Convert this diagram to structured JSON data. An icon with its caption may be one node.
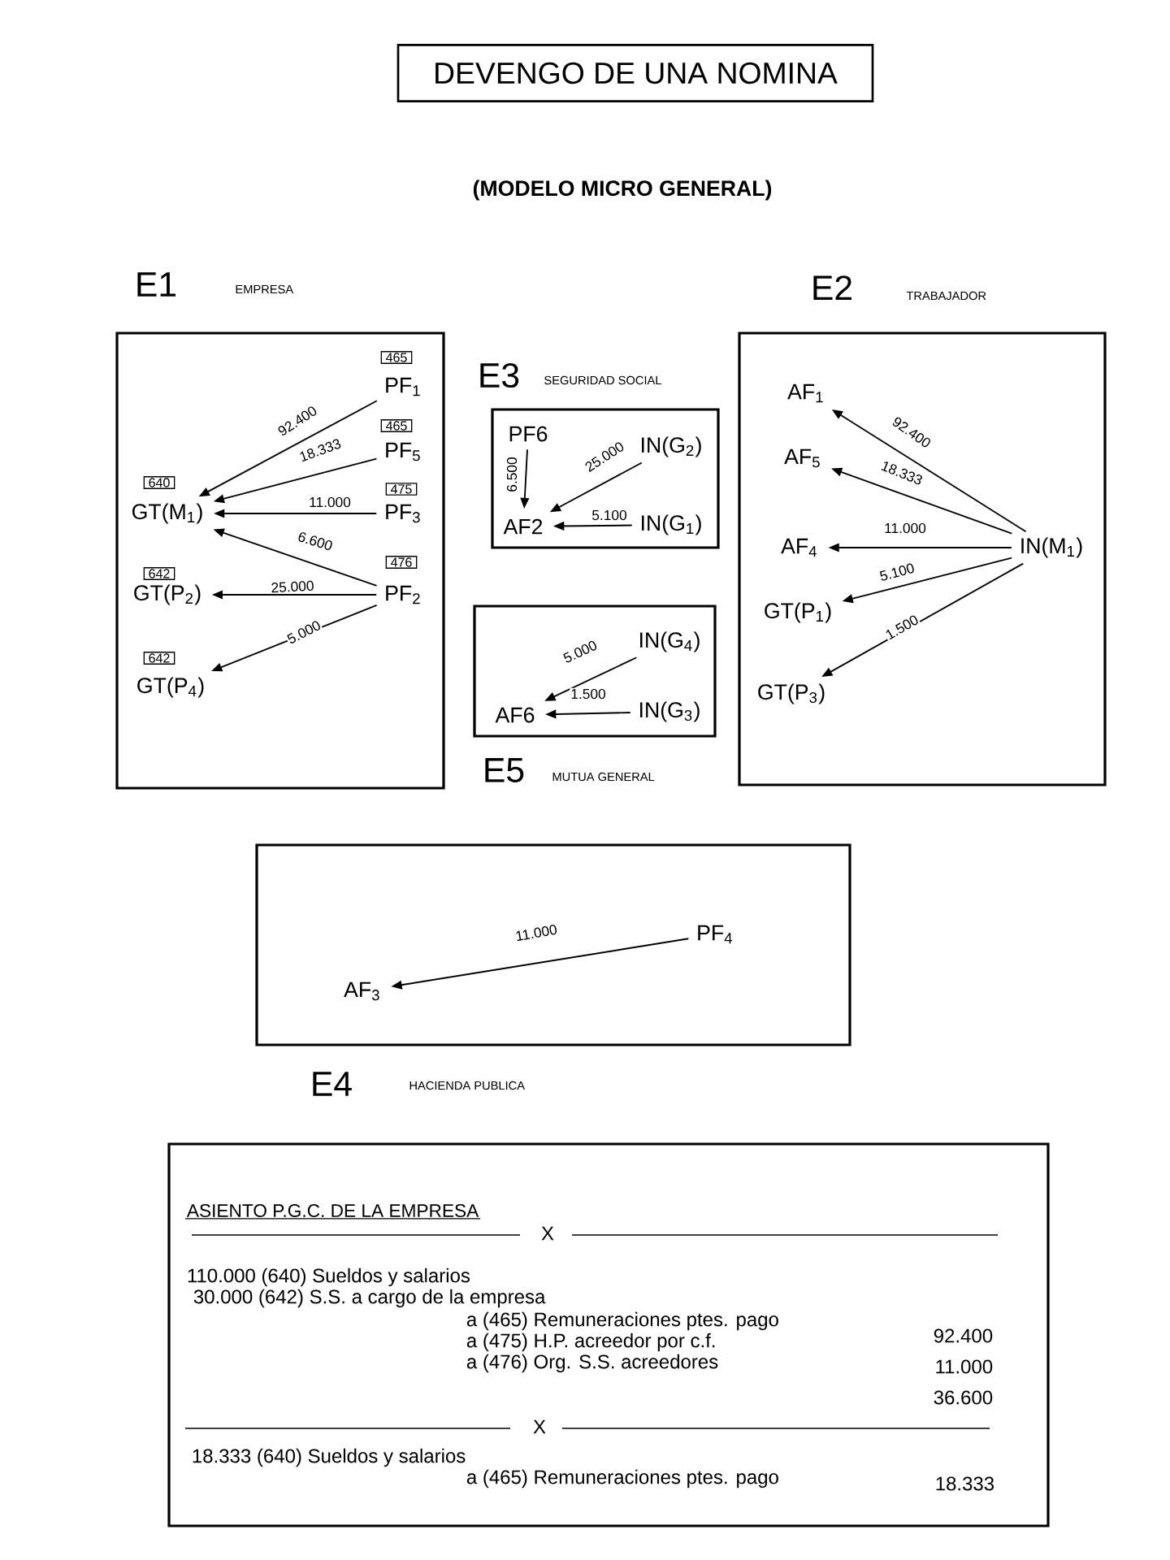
{
  "diagram": {
    "title": "DEVENGO DE UNA NOMINA",
    "nodes": [
      {
        "text": [
          "E1",
          "EMPRESA"
        ]
      },
      {
        "text": [
          "465"
        ],
        "in": 0
      },
      {
        "text": [
          "PF$_{1}$"
        ],
        "in": 0
      },
      {
        "text": [
          "465"
        ],
        "in": 0
      },
      {
        "text": [
          "PF$_{5}$"
        ],
        "in": 0
      },
      {
        "text": [
          "640"
        ],
        "in": 0
      },
      {
        "text": [
          "GT(M$_{1}$)"
        ],
        "in": 0
      },
      {
        "text": [
          "475"
        ],
        "in": 0
      },
      {
        "text": [
          "PF$_{3}$"
        ],
        "in": 0
      },
      {
        "text": [
          "642"
        ],
        "in": 0
      },
      {
        "text": [
          "GT(P$_{2}$)"
        ],
        "in": 0
      },
      {
        "text": [
          "476"
        ],
        "in": 0
      },
      {
        "text": [
          "PF$_{2}$"
        ],
        "in": 0
      },
      {
        "text": [
          "642"
        ],
        "in": 0
      },
      {
        "text": [
          "GT(P$_{4}$)"
        ],
        "in": 0
      },
      {
        "text": [
          "E3",
          "SEGURIDAD SOCIAL"
        ]
      },
      {
        "text": [
          "PF6"
        ],
        "in": 15
      },
      {
        "text": [
          "IN(G$_{2}$)"
        ],
        "in": 15
      },
      {
        "text": [
          "AF2"
        ],
        "in": 15
      },
      {
        "text": [
          "IN(G$_{1}$)"
        ],
        "in": 15
      },
      {
        "text": [
          "E2",
          "TRABAJADOR"
        ]
      },
      {
        "text": [
          "AF$_{1}$"
        ],
        "in": 20
      },
      {
        "text": [
          "AF$_{5}$"
        ],
        "in": 20
      },
      {
        "text": [
          "AF$_{4}$"
        ],
        "in": 20
      },
      {
        "text": [
          "IN(M$_{1}$)"
        ],
        "in": 20
      },
      {
        "text": [
          "GT(P$_{1}$)"
        ],
        "in": 20
      },
      {
        "text": [
          "GT(P$_{3}$)"
        ],
        "in": 20
      },
      {
        "text": [
          "E5",
          "MUTUA GENERAL"
        ]
      },
      {
        "text": [
          "IN(G$_{4}$)"
        ],
        "in": 27
      },
      {
        "text": [
          "AF6"
        ],
        "in": 27
      },
      {
        "text": [
          "IN(G$_{3}$)"
        ],
        "in": 27
      },
      {
        "text": [
          "E4",
          "HACIENDA PUBLICA"
        ]
      },
      {
        "text": [
          "PF$_{4}$"
        ],
        "in": 31
      },
      {
        "text": [
          "AF$_{3}$"
        ],
        "in": 31
      },
      {
        "text": [
          "ASIENTO P.G.C. DE LA EMPRESA",
          "X",
          "110.000 (640) Sueldos y salarios",
          "30.000 (642) S.S. a cargo de la empresa",
          "a (465) Remuneraciones ptes. pago",
          "a (475) H.P. acreedor por c.f.",
          "a (476) Org. S.S. acreedores",
          "92.400",
          "11.000",
          "36.600",
          "X",
          "18.333 (640) Sueldos y salarios",
          "a (465) Remuneraciones ptes. pago",
          "18.333"
        ]
      }
    ],
    "edges": [
      {
        "from": 2,
        "to": 6,
        "arrow": "to",
        "label": "92.400"
      },
      {
        "from": 4,
        "to": 6,
        "arrow": "to",
        "label": "18.333"
      },
      {
        "from": 8,
        "to": 6,
        "arrow": "to",
        "label": "11.000"
      },
      {
        "from": 12,
        "to": 6,
        "arrow": "to",
        "label": "6.600"
      },
      {
        "from": 12,
        "to": 10,
        "arrow": "to",
        "label": "25.000"
      },
      {
        "from": 12,
        "to": 14,
        "arrow": "to",
        "label": "5.000"
      },
      {
        "from": 16,
        "to": 18,
        "arrow": "to",
        "label": "6.500"
      },
      {
        "from": 17,
        "to": 18,
        "arrow": "to",
        "label": "25.000"
      },
      {
        "from": 19,
        "to": 18,
        "arrow": "to",
        "label": "5.100"
      },
      {
        "from": 24,
        "to": 21,
        "arrow": "to",
        "label": "92.400"
      },
      {
        "from": 24,
        "to": 22,
        "arrow": "to",
        "label": "18.333"
      },
      {
        "from": 24,
        "to": 23,
        "arrow": "to",
        "label": "11.000"
      },
      {
        "from": 24,
        "to": 25,
        "arrow": "to",
        "label": "5.100"
      },
      {
        "from": 24,
        "to": 26,
        "arrow": "to",
        "label": "1.500"
      },
      {
        "from": 28,
        "to": 29,
        "arrow": "to",
        "label": "5.000"
      },
      {
        "from": 30,
        "to": 29,
        "arrow": "to",
        "label": "1.500"
      },
      {
        "from": 32,
        "to": 33,
        "arrow": "to",
        "label": "11.000"
      }
    ],
    "labels": [
      "(MODELO MICRO GENERAL)"
    ]
  }
}
